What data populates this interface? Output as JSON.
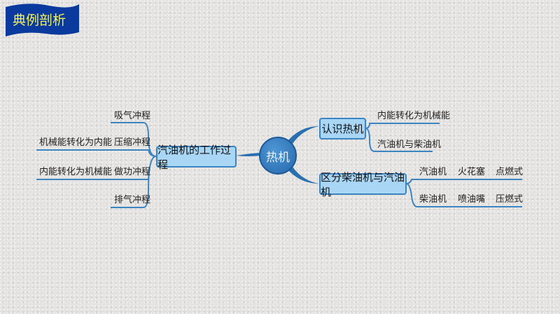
{
  "banner": {
    "title": "典例剖析"
  },
  "center": {
    "label": "热机"
  },
  "left": {
    "label": "汽油机的工作过程",
    "strokes": [
      {
        "label": "吸气冲程",
        "note": ""
      },
      {
        "label": "压缩冲程",
        "note": "机械能转化为内能"
      },
      {
        "label": "做功冲程",
        "note": "内能转化为机械能"
      },
      {
        "label": "排气冲程",
        "note": ""
      }
    ]
  },
  "right": {
    "know": {
      "label": "认识热机",
      "items": [
        "内能转化为机械能",
        "汽油机与柴油机"
      ]
    },
    "compare": {
      "label": "区分柴油机与汽油机",
      "rows": [
        [
          "汽油机",
          "火花塞",
          "点燃式"
        ],
        [
          "柴油机",
          "喷油嘴",
          "压燃式"
        ]
      ]
    }
  },
  "colors": {
    "banner": "#0a3a9e",
    "banner_text": "#f4f25a",
    "node_fill": "#a8d6f4",
    "line": "#3c84c2",
    "center": "#2e75b6"
  }
}
